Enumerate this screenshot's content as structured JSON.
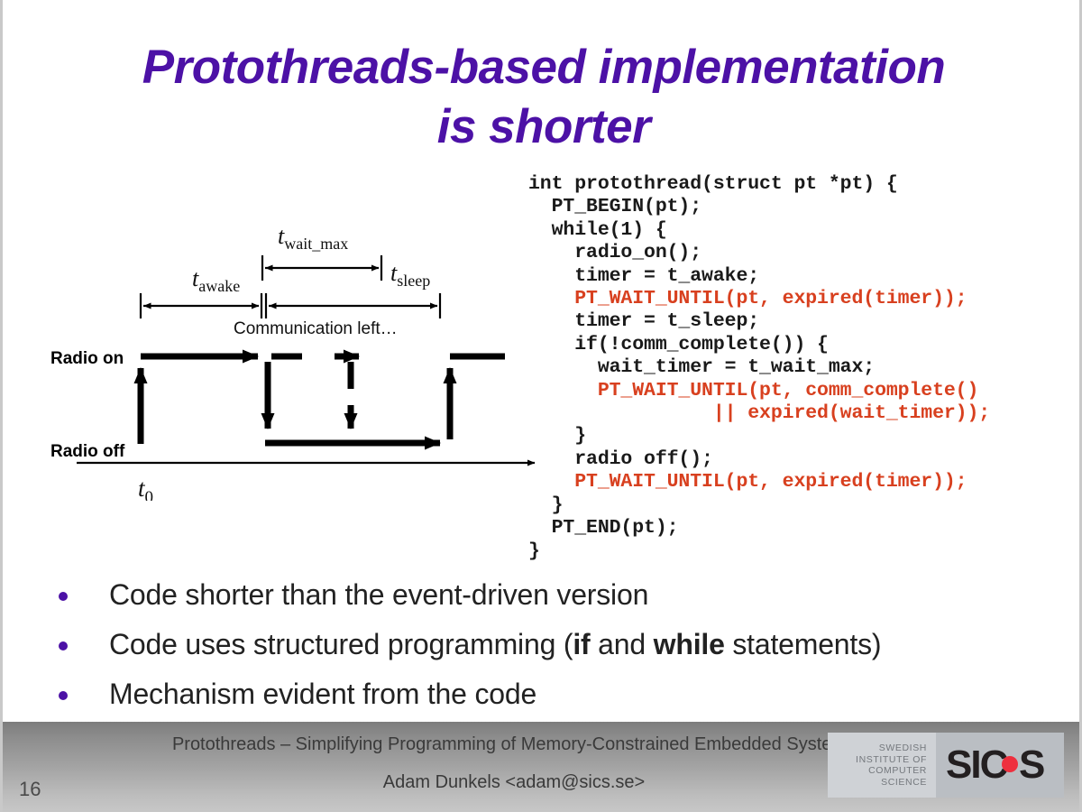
{
  "slide": {
    "title": "Protothreads-based implementation is shorter",
    "title_color": "#4c11a6"
  },
  "code": {
    "accent_color": "#d8401f",
    "lines": [
      {
        "indent": 0,
        "text": "int protothread(struct pt *pt) {",
        "highlight": false
      },
      {
        "indent": 1,
        "text": "PT_BEGIN(pt);",
        "highlight": false
      },
      {
        "indent": 1,
        "text": "while(1) {",
        "highlight": false
      },
      {
        "indent": 2,
        "text": "radio_on();",
        "highlight": false
      },
      {
        "indent": 2,
        "text": "timer = t_awake;",
        "highlight": false
      },
      {
        "indent": 2,
        "text": "PT_WAIT_UNTIL(pt, expired(timer));",
        "highlight": true
      },
      {
        "indent": 2,
        "text": "timer = t_sleep;",
        "highlight": false
      },
      {
        "indent": 2,
        "text": "if(!comm_complete()) {",
        "highlight": false
      },
      {
        "indent": 3,
        "text": "wait_timer = t_wait_max;",
        "highlight": false
      },
      {
        "indent": 3,
        "text": "PT_WAIT_UNTIL(pt, comm_complete()",
        "highlight": true
      },
      {
        "indent": 8,
        "text": "|| expired(wait_timer));",
        "highlight": true
      },
      {
        "indent": 2,
        "text": "}",
        "highlight": false
      },
      {
        "indent": 2,
        "text": "radio off();",
        "highlight": false
      },
      {
        "indent": 2,
        "text": "PT_WAIT_UNTIL(pt, expired(timer));",
        "highlight": true
      },
      {
        "indent": 1,
        "text": "}",
        "highlight": false
      },
      {
        "indent": 1,
        "text": "PT_END(pt);",
        "highlight": false
      },
      {
        "indent": 0,
        "text": "}",
        "highlight": false
      }
    ]
  },
  "diagram": {
    "labels": {
      "t_wait_max_base": "t",
      "t_wait_max_sub": "wait_max",
      "t_awake_base": "t",
      "t_awake_sub": "awake",
      "t_sleep_base": "t",
      "t_sleep_sub": "sleep",
      "t0_base": "t",
      "t0_sub": "0",
      "radio_on": "Radio on",
      "radio_off": "Radio off",
      "comm_left": "Communication left…"
    }
  },
  "bullets": [
    {
      "before": "Code shorter than the event-driven version",
      "bold1": "",
      "mid": "",
      "bold2": "",
      "after": ""
    },
    {
      "before": "Code uses structured programming (",
      "bold1": "if",
      "mid": " and ",
      "bold2": "while",
      "after": " statements)"
    },
    {
      "before": "Mechanism evident from the code",
      "bold1": "",
      "mid": "",
      "bold2": "",
      "after": ""
    }
  ],
  "footer": {
    "line1": "Protothreads – Simplifying Programming of Memory-Constrained Embedded Systems",
    "line2": "Adam Dunkels <adam@sics.se>",
    "page_number": "16",
    "logo": {
      "words": [
        "SWEDISH",
        "INSTITUTE OF",
        "COMPUTER",
        "SCIENCE"
      ],
      "mark": "SICS",
      "dot_color": "#ee2f3e"
    }
  }
}
